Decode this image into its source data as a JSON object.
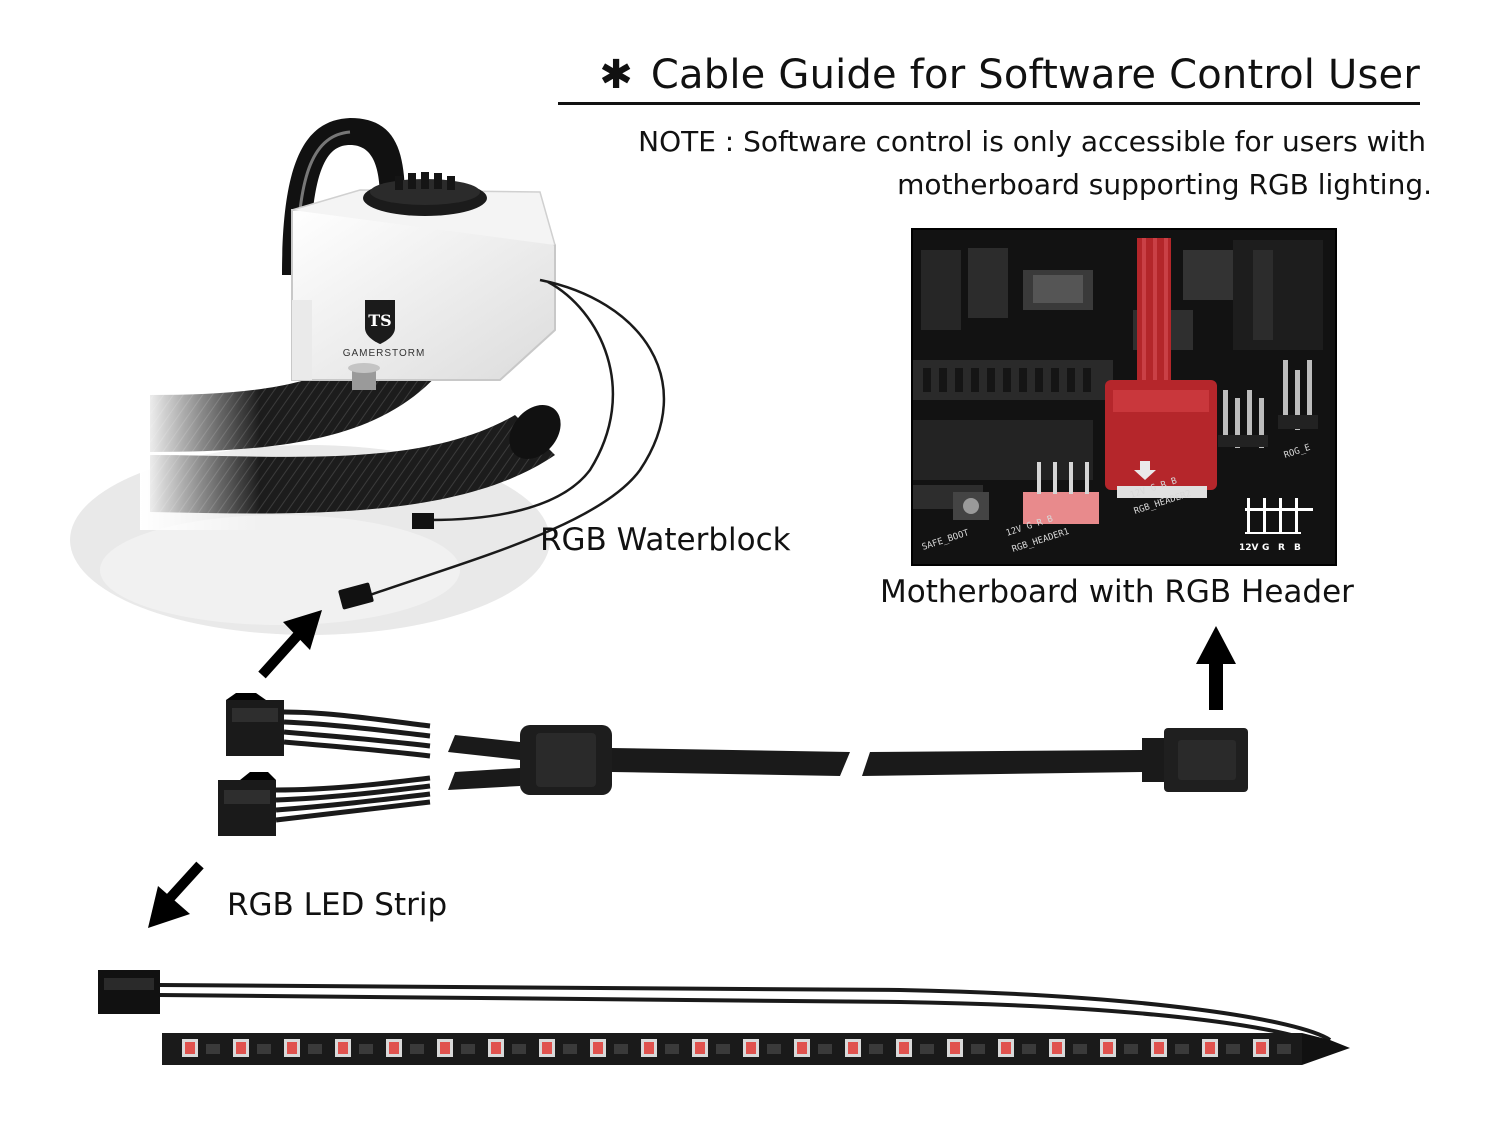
{
  "title": {
    "symbol": "✱",
    "text": "Cable Guide for Software Control User"
  },
  "note": {
    "line1": "NOTE : Software control is only accessible for users with",
    "line2": "motherboard supporting RGB lighting."
  },
  "labels": {
    "waterblock": "RGB Waterblock",
    "motherboard": "Motherboard with RGB Header",
    "led_strip": "RGB LED Strip"
  },
  "pump_logo": {
    "brand": "GAMERSTORM"
  },
  "motherboard_silkscreen": {
    "header1": "RGB_HEADER1",
    "header2": "RGB_HEADER2",
    "header1_pins": "12V G R B",
    "header2_pins": "12V G R B",
    "safe_boot": "SAFE_BOOT",
    "rog": "ROG_E"
  },
  "pinout_icon": {
    "pins": [
      "12V",
      "G",
      "R",
      "B"
    ]
  },
  "colors": {
    "text": "#111111",
    "mb_cable": "#b3262a",
    "header_pink": "#e88a8c",
    "strip_led_red": "#e0524e",
    "cable_black": "#1a1a1a"
  }
}
